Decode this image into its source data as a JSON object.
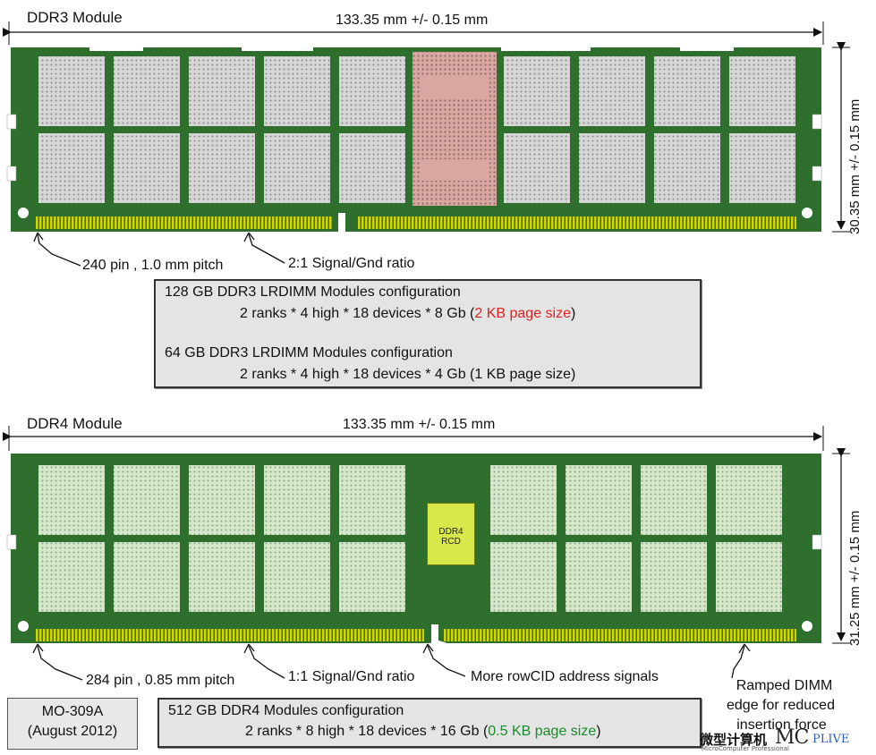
{
  "ddr3": {
    "title": "DDR3 Module",
    "length": "133.35 mm +/- 0.15 mm",
    "height": "30.35 mm +/- 0.15 mm",
    "pin_label": "240 pin , 1.0 mm pitch",
    "signal_label": "2:1 Signal/Gnd ratio",
    "note": {
      "line1": "128 GB DDR3 LRDIMM Modules configuration",
      "line2_prefix": "2 ranks * 4 high * 18 devices * 8 Gb (",
      "line2_highlight": "2 KB page size",
      "line2_suffix": ")",
      "line3": "64 GB DDR3 LRDIMM Modules configuration",
      "line4": "2 ranks * 4 high * 18 devices * 4 Gb (1 KB page size)"
    },
    "colors": {
      "pcb": "#2f6f2e",
      "chip": "#d6d6d6",
      "buffer": "#d9a7a0",
      "pins": "#d4d400"
    }
  },
  "ddr4": {
    "title": "DDR4 Module",
    "length": "133.35 mm +/- 0.15 mm",
    "height": "31.25 mm +/- 0.15 mm",
    "rcd_line1": "DDR4",
    "rcd_line2": "RCD",
    "pin_label": "284 pin , 0.85 mm pitch",
    "signal_label": "1:1 Signal/Gnd ratio",
    "address_label": "More rowCID address signals",
    "edge_label_1": "Ramped DIMM",
    "edge_label_2": "edge for reduced",
    "edge_label_3": "insertion force",
    "note": {
      "line1": "512 GB DDR4 Modules configuration",
      "line2_prefix": "2 ranks * 8 high * 18 devices * 16 Gb (",
      "line2_highlight": "0.5 KB page size",
      "line2_suffix": ")"
    },
    "colors": {
      "pcb": "#2f6f2e",
      "chip": "#d4e8c8",
      "rcd": "#d8e84a",
      "pins": "#d4d400"
    }
  },
  "spec_box": {
    "line1": "MO-309A",
    "line2": "(August 2012)"
  },
  "watermark": {
    "cn": "微型计算机",
    "mcp": "MC",
    "plive": "PLIVE",
    "sub": "MicroComputer Professional"
  }
}
